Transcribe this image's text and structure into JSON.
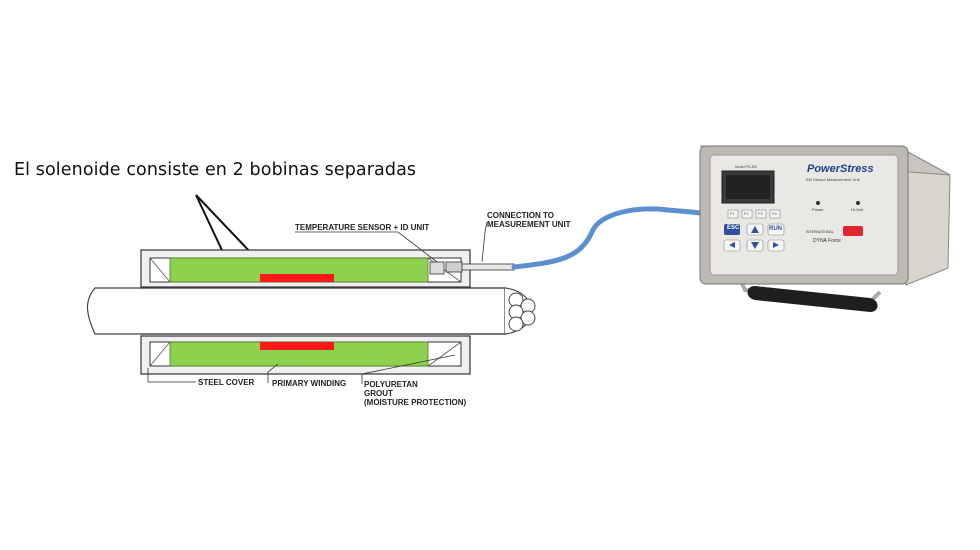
{
  "title": "El solenoide consiste en 2 bobinas separadas",
  "labels": {
    "temp_sensor": "TEMPERATURE SENSOR + ID UNIT",
    "connection_line1": "CONNECTION TO",
    "connection_line2": "MEASUREMENT UNIT",
    "steel_cover": "STEEL COVER",
    "primary_winding": "PRIMARY WINDING",
    "grout_line1": "POLYURETAN",
    "grout_line2": "GROUT",
    "grout_line3": "(MOISTURE PROTECTION)"
  },
  "device": {
    "brand": "PowerStress",
    "subtitle": "EM Sensor Measurement Unit",
    "model": "Model PS-300",
    "fkeys": [
      "F1",
      "F2",
      "F3",
      "F4"
    ],
    "esc": "ESC",
    "run": "RUN",
    "power_label": "Power",
    "hivolt_label": "Hi-Volt",
    "maker_line1": "INTERNATIONAL",
    "maker_line2": "DYNA Force",
    "colors": {
      "coil_green": "#8fd14f",
      "coil_red": "#ff1a1a",
      "cable_blue": "#5b8fcf"
    }
  }
}
